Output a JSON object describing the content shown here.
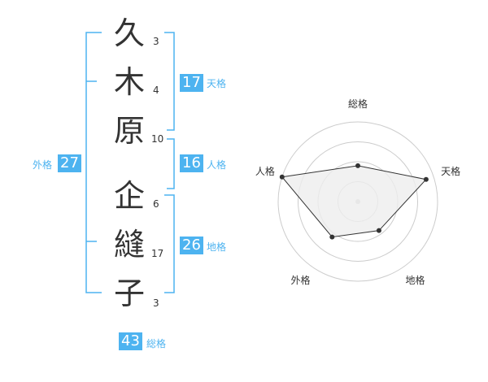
{
  "name_chars": [
    {
      "char": "久",
      "strokes": "3"
    },
    {
      "char": "木",
      "strokes": "4"
    },
    {
      "char": "原",
      "strokes": "10"
    },
    {
      "char": "企",
      "strokes": "6"
    },
    {
      "char": "縫",
      "strokes": "17"
    },
    {
      "char": "子",
      "strokes": "3"
    }
  ],
  "kakusu": {
    "tenkaku": {
      "value": "17",
      "label": "天格"
    },
    "jinkaku": {
      "value": "16",
      "label": "人格"
    },
    "chikaku": {
      "value": "26",
      "label": "地格"
    },
    "gaikaku": {
      "value": "27",
      "label": "外格"
    },
    "soukaku": {
      "value": "43",
      "label": "総格"
    }
  },
  "radar": {
    "axes": [
      "総格",
      "天格",
      "地格",
      "外格",
      "人格"
    ],
    "values": [
      0.45,
      0.9,
      0.45,
      0.55,
      1.0
    ],
    "rings": 4,
    "colors": {
      "fill": "#eeeeee",
      "line": "#333333",
      "ring": "#cccccc",
      "accent": "#4db3f0"
    }
  }
}
